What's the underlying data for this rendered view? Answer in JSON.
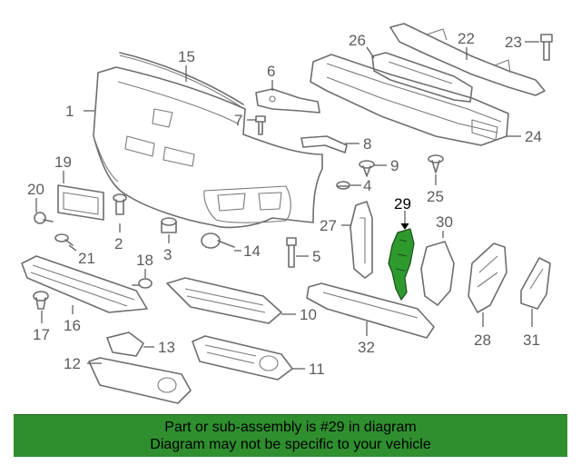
{
  "callouts": {
    "c1": "1",
    "c2": "2",
    "c3": "3",
    "c4": "4",
    "c5": "5",
    "c6": "6",
    "c7": "7",
    "c8": "8",
    "c9": "9",
    "c10": "10",
    "c11": "11",
    "c12": "12",
    "c13": "13",
    "c14": "14",
    "c15": "15",
    "c16": "16",
    "c17": "17",
    "c18": "18",
    "c19": "19",
    "c20": "20",
    "c21": "21",
    "c22": "22",
    "c23": "23",
    "c24": "24",
    "c25": "25",
    "c26": "26",
    "c27": "27",
    "c28": "28",
    "c29": "29",
    "c30": "30",
    "c31": "31",
    "c32": "32"
  },
  "highlight_part": "29",
  "highlight_color": "#2e9a2e",
  "banner": {
    "line1": "Part or sub-assembly is #29 in diagram",
    "line2": "Diagram may not be specific to your vehicle",
    "color": "#2f8f2f"
  }
}
